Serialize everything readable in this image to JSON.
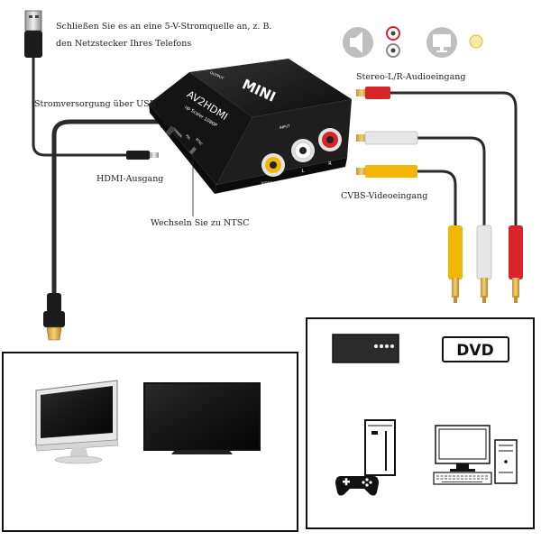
{
  "labels": {
    "power_hint_line1": "Schließen Sie es an eine 5-V-Stromquelle an, z. B.",
    "power_hint_line2": "den Netzstecker Ihres Telefons",
    "usb_power": "Stromversorgung über USB",
    "hdmi_out": "HDMI-Ausgang",
    "ntsc_switch": "Wechseln Sie zu NTSC",
    "stereo_in": "Stereo-L/R-Audioeingang",
    "cvbs_in": "CVBS-Videoeingang"
  },
  "device": {
    "brand": "MINI",
    "model": "AV2HDMI",
    "subtitle": "up Scaler 1080P",
    "output_label": "OUTPUT",
    "input_label": "INPUT",
    "port_video": "VIDEO",
    "port_l": "L",
    "port_r": "R",
    "power_port": "POWER",
    "switch_pal": "PAL",
    "switch_ntsc": "NTSC"
  },
  "sources": {
    "dvd_label": "DVD"
  },
  "colors": {
    "device_body": "#1a1a1a",
    "cable_black": "#2a2a2a",
    "rca_red": "#d8252a",
    "rca_white": "#d9d9d9",
    "rca_yellow": "#f2b705",
    "plug_gold": "#e3b448",
    "panel_border": "#111111"
  },
  "icons": [
    "speaker-icon",
    "rca-port-icon",
    "monitor-icon",
    "yellow-dot-icon",
    "usb-plug-icon",
    "hdmi-plug-icon",
    "computer-monitor-icon",
    "tv-icon",
    "set-top-box-icon",
    "dvd-player-icon",
    "game-console-icon",
    "gamepad-icon",
    "desktop-pc-icon",
    "keyboard-icon"
  ]
}
